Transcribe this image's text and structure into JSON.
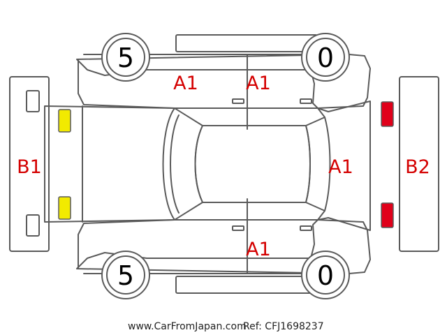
{
  "diagram": {
    "codes": {
      "front_bumper": "B1",
      "rear_bumper": "B2",
      "roof_left": "A1",
      "roof_right": "A1",
      "rear_hatch": "A1",
      "right_side": "A1"
    },
    "tire_tread": {
      "front_left": "5",
      "rear_left": "0",
      "front_right": "5",
      "rear_right": "0"
    },
    "colors": {
      "outline": "#5a5a5a",
      "code_text": "#d40000",
      "front_lamp": "#f2ea00",
      "rear_lamp": "#e0001a"
    }
  },
  "footer": {
    "website": "www.CarFromJapan.com",
    "ref": "Ref: CFJ1698237"
  }
}
